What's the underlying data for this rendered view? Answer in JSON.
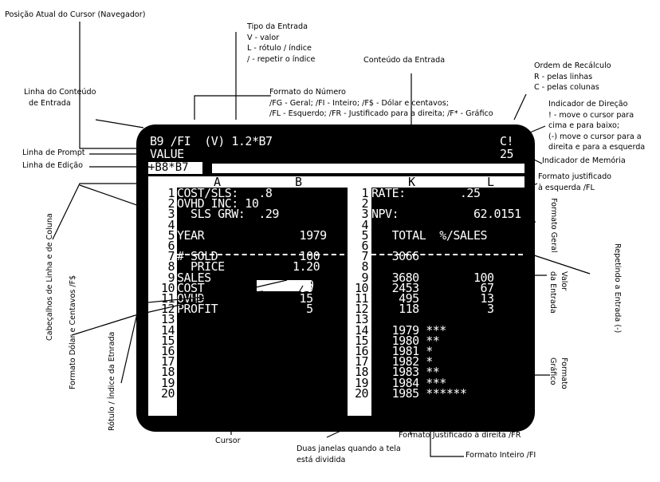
{
  "annotations": {
    "cursor_position": "Posição Atual do Cursor (Navegador)",
    "entry_type": [
      "Tipo da Entrada",
      "V - valor",
      "L - rótulo / índice",
      "/ - repetir o índice"
    ],
    "entry_content": "Conteúdo da Entrada",
    "recalc_order": [
      "Ordem de Recálculo",
      "R - pelas linhas",
      "C - pelas colunas"
    ],
    "entry_content_line": [
      "Linha do Conteúdo",
      "de Entrada"
    ],
    "number_format": [
      "Formato do Número",
      "/FG - Geral; /FI - Inteiro; /F$ - Dólar e centavos;",
      "/FL - Esquerdo; /FR - Justificado para a direita; /F* - Gráfico"
    ],
    "direction_indicator": [
      "Indicador de Direção",
      "! - move o cursor para",
      "cima e para baixo;",
      "(-) move o cursor para a",
      "direita e para a esquerda"
    ],
    "prompt_line": "Linha de Prompt",
    "edit_line": "Linha de Edição",
    "memory_indicator": "Indicador de Memória",
    "left_justified": [
      "Formato justificado",
      "à esquerda /FL"
    ],
    "row_col_headers": "Cabeçalhos de Linha e de Coluna",
    "dollar_format": "Formato Dólar e Centavos /F$",
    "label_index": "Rótulo / Índice da Etnrada",
    "general_format": "Formato Geral",
    "repeat_entry": "Repetindo a Entrada (-)",
    "entry_value": [
      "Valor",
      "da Entrada"
    ],
    "graphic_format": [
      "Formato",
      "Gráfico"
    ],
    "cursor": "Cursor",
    "two_windows": [
      "Duas janelas quando a tela",
      "está dividida"
    ],
    "right_justified": "Formato Justificado à direita /FR",
    "integer_format": "Formato Inteiro /FI"
  },
  "screen": {
    "entry_line": "B9 /FI  (V) 1.2*B7",
    "recalc": "C!",
    "prompt": "VALUE",
    "memory": "25",
    "edit": "+B8*B7",
    "col_a": "A",
    "col_b": "B",
    "col_k": "K",
    "col_l": "L",
    "rows": [
      "1",
      "2",
      "3",
      "4",
      "5",
      "6",
      "7",
      "8",
      "9",
      "10",
      "11",
      "12",
      "13",
      "14",
      "15",
      "16",
      "17",
      "18",
      "19",
      "20"
    ],
    "left_cells": [
      "COST/SLS:   .8",
      "OVHD INC: 10",
      "  SLS GRW:  .29",
      "",
      "YEAR              1979",
      "",
      "# SOLD            100",
      "  PRICE          1.20",
      "SALES            ",
      "COST              80",
      "OVHD              15",
      "PROFIT             5"
    ],
    "cursor_value": "120",
    "right_cells": [
      "RATE:        .25",
      "",
      "NPV:           62.0151",
      "",
      "   TOTAL  %/SALES",
      "",
      "   3066",
      "",
      "   3680        100",
      "   2453         67",
      "    495         13",
      "    118          3",
      "",
      "   1979 ***",
      "   1980 **",
      "   1981 *",
      "   1982 *",
      "   1983 **",
      "   1984 ***",
      "   1985 ******"
    ]
  }
}
